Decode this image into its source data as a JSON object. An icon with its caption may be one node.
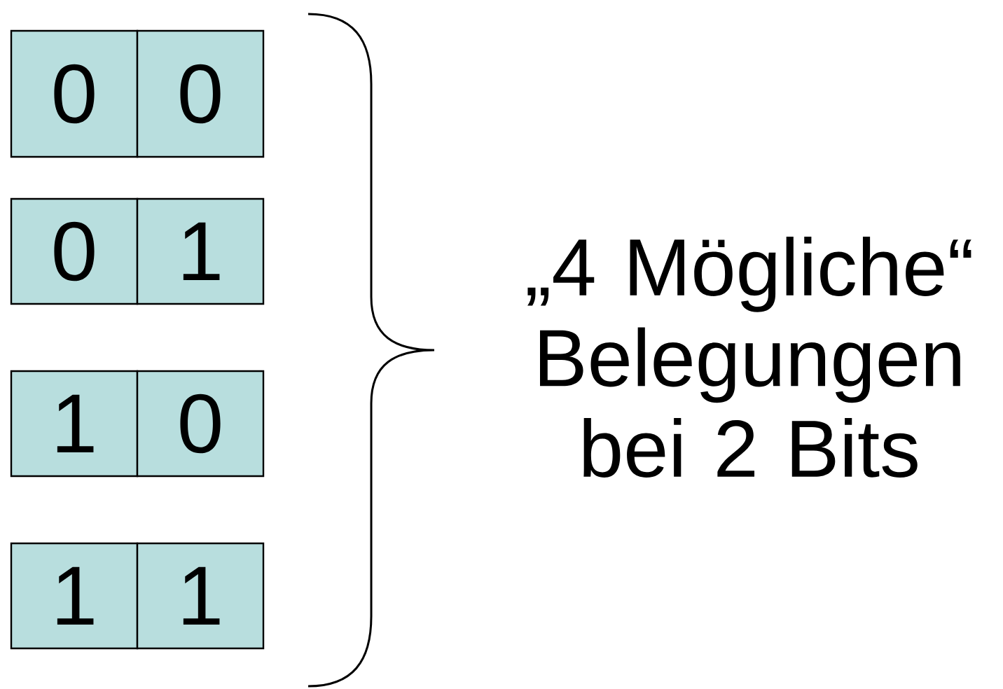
{
  "diagram": {
    "nodes": [
      {
        "text": [
          "0"
        ]
      },
      {
        "text": [
          "0"
        ]
      },
      {
        "text": [
          "0"
        ]
      },
      {
        "text": [
          "1"
        ]
      },
      {
        "text": [
          "1"
        ]
      },
      {
        "text": [
          "0"
        ]
      },
      {
        "text": [
          "1"
        ]
      },
      {
        "text": [
          "1"
        ]
      }
    ],
    "labels": [
      "„4 Mögliche“ Belegungen bei 2 Bits"
    ]
  }
}
